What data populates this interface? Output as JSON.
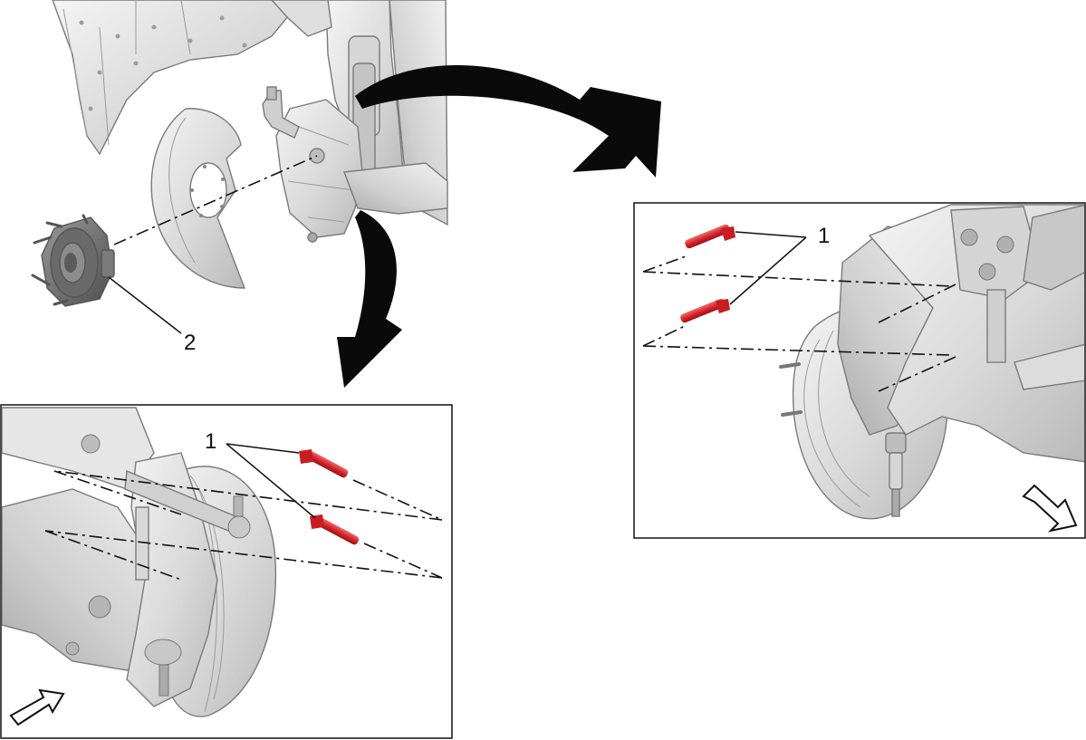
{
  "callouts": {
    "hub_label": "2",
    "right_bolts_label": "1",
    "left_bolts_label": "1"
  },
  "colors": {
    "bolt_red": "#d8262b",
    "part_light": "#e4e4e4",
    "part_mid": "#cfcfcf",
    "part_dark": "#8f8f8f",
    "arrow_black": "#0a0a0a"
  },
  "icons": {
    "view_direction_arrow": "outline-arrow-icon",
    "transition_arrow": "curved-arrow-icon",
    "fastener": "bolt-icon"
  }
}
